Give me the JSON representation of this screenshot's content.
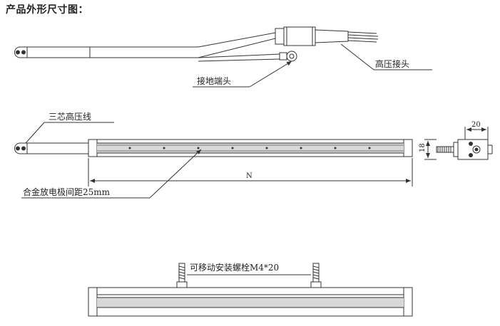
{
  "title": "产品外形尺寸图：",
  "labels": {
    "hv_connector": "高压接头",
    "ground_terminal": "接地端头",
    "three_core_hv_wire": "三芯高压线",
    "electrode_spacing": "合金放电极间距25mm",
    "length_dim": "N",
    "width_dim": "20",
    "height_dim": "18",
    "mount_bolt": "可移动安装螺栓M4*20"
  },
  "colors": {
    "line": "#333333",
    "shade": "#d8d8d8"
  }
}
